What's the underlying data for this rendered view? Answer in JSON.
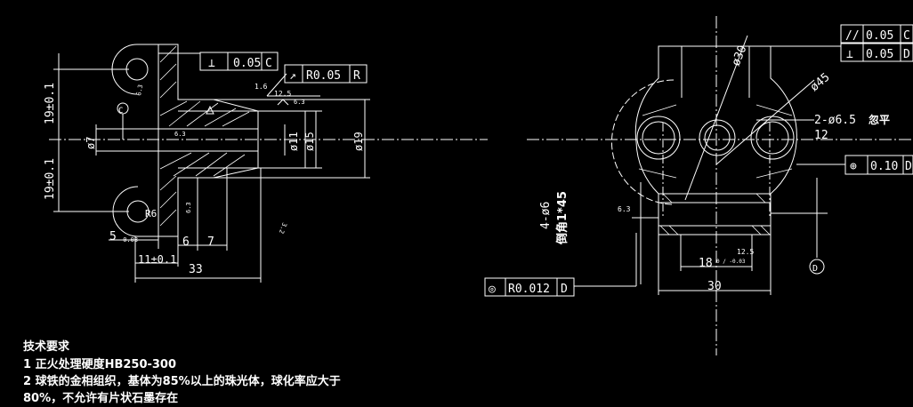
{
  "left_view": {
    "fcf_perp": {
      "symbol": "⊥",
      "value": "0.05",
      "datum": "C"
    },
    "fcf_runout": {
      "symbol": "↗",
      "value": "R0.05",
      "datum": "R"
    },
    "dims": {
      "d7": "ø7",
      "d11": "ø11",
      "d15": "ø15",
      "d19": "ø19",
      "h19_top": "19±0.1",
      "h19_bot": "19±0.1",
      "w5": "5",
      "w5_tol": "-0.03",
      "w6": "6",
      "w7": "7",
      "w11": "11±0.1",
      "w33": "33",
      "r6": "R6"
    },
    "rough": {
      "r16": "1.6",
      "r125": "12.5",
      "r63a": "6.3",
      "r63b": "6.3",
      "r63c": "6.3",
      "r63d": "6.3",
      "r32": "3.2"
    },
    "datum_c": "C"
  },
  "right_view": {
    "fcf_parallel": {
      "symbol": "//",
      "value": "0.05",
      "datum": "C"
    },
    "fcf_perp": {
      "symbol": "⊥",
      "value": "0.05",
      "datum": "D"
    },
    "fcf_position": {
      "symbol": "⊕",
      "value": "0.10",
      "datum": "D"
    },
    "fcf_concentric": {
      "symbol": "◎",
      "value": "R0.012",
      "datum": "D"
    },
    "dims": {
      "d30": "ø30",
      "d45": "ø45",
      "holes": "2-ø6.5",
      "holes_note": "忽平",
      "depth": "12",
      "holes4": "4-ø6",
      "chamfer": "倒角1*45",
      "w18": "18",
      "w18_tol": "0 / -0.03",
      "w30": "30"
    },
    "rough": {
      "r63": "6.3",
      "r125": "12.5"
    },
    "datum_d": "D"
  },
  "notes": {
    "title": "技术要求",
    "line1": "1  正火处理硬度HB250-300",
    "line2": "2  球铁的金相组织，基体为85%以上的珠光体，球化率应大于",
    "line3": "80%，不允许有片状石墨存在"
  }
}
